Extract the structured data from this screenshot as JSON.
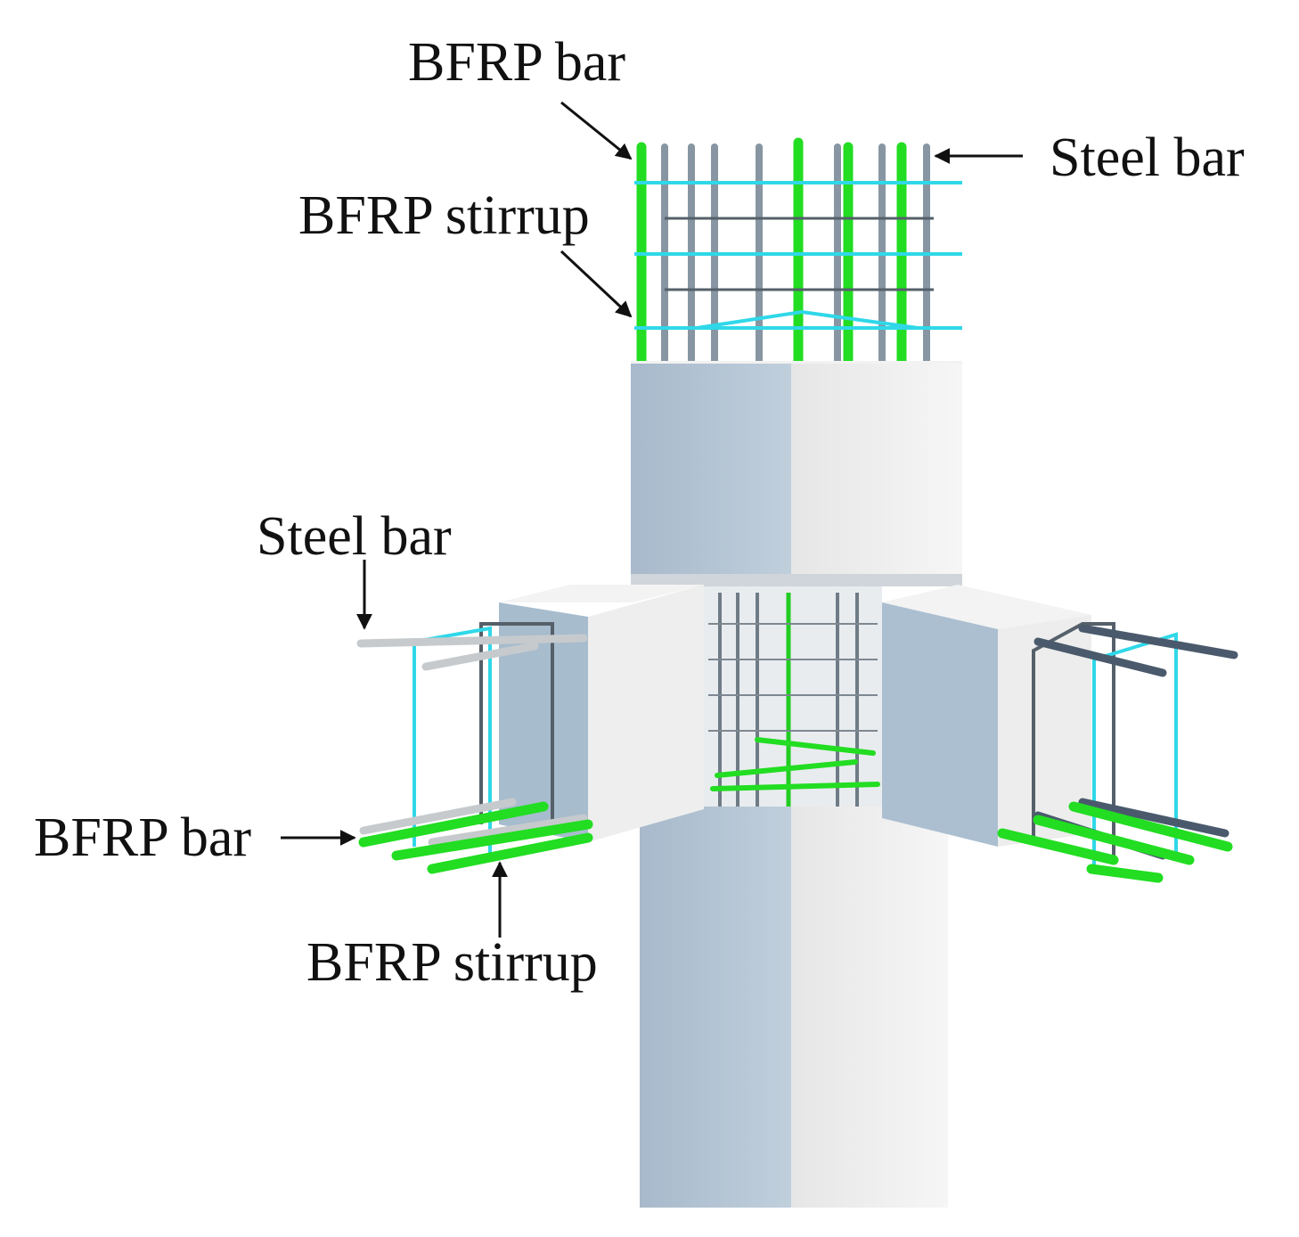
{
  "labels": {
    "top_bfrp_bar": "BFRP bar",
    "top_steel_bar": "Steel bar",
    "top_bfrp_stirrup": "BFRP stirrup",
    "left_steel_bar": "Steel bar",
    "left_bfrp_bar": "BFRP bar",
    "bottom_bfrp_stirrup": "BFRP stirrup"
  },
  "colors": {
    "bfrp_bar": "#22dd22",
    "steel_bar": "#8a9aa6",
    "steel_bar_light": "#c8ccd0",
    "bfrp_stirrup": "#2fd8e8",
    "steel_stirrup": "#55606a",
    "concrete_face_left": "#b3c3d3",
    "concrete_face_right": "#ececec",
    "concrete_top": "#f4f4f4",
    "label_text": "#111111"
  }
}
